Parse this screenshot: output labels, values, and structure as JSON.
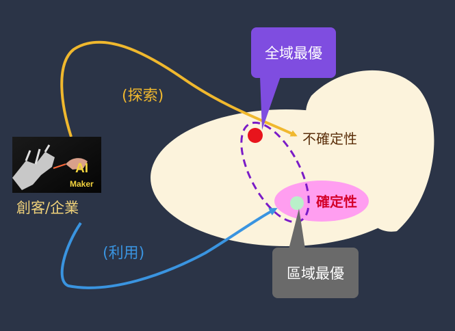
{
  "labels": {
    "explore": "(探索)",
    "exploit": "(利用)",
    "uncertainty": "不確定性",
    "certainty": "確定性",
    "actor": "創客/企業",
    "global_optimum": "全域最優",
    "local_optimum": "區域最優",
    "logo_main": "AI",
    "logo_sub": "Maker"
  },
  "colors": {
    "background": "#2b3447",
    "explore_arrow": "#f0b82e",
    "exploit_arrow": "#3a94e0",
    "region_outer": "#fcf3dc",
    "region_certain": "#ff9ef0",
    "global_point": "#e8141c",
    "local_point": "#b9f0c9",
    "dashed_ellipse": "#7a1bc7",
    "global_callout": "#7f4de0",
    "local_callout": "#6a6a6a",
    "uncertainty_text": "#5a2e0a",
    "certainty_text": "#d4002a"
  }
}
